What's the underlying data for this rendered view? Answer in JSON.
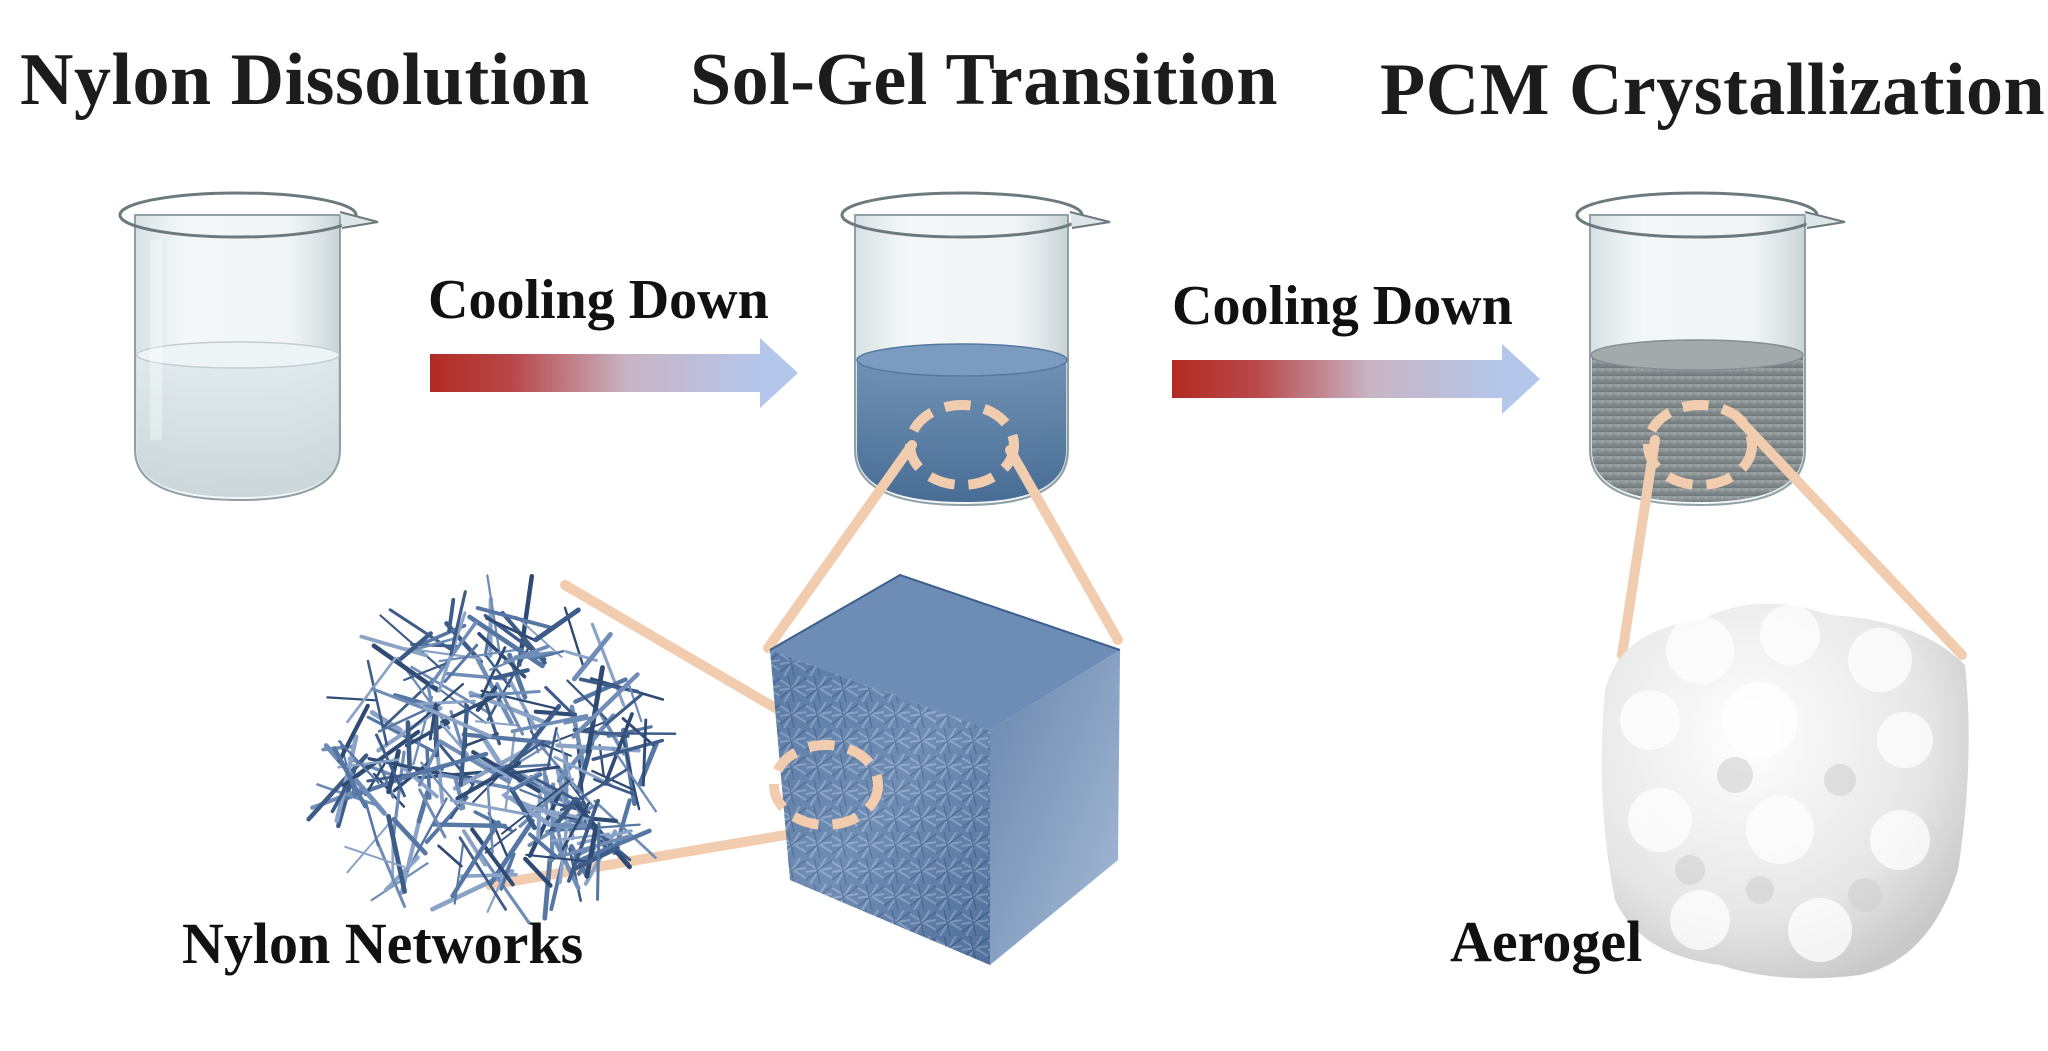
{
  "titles": {
    "step1": "Nylon Dissolution",
    "step2": "Sol-Gel Transition",
    "step3": "PCM Crystallization"
  },
  "arrows": {
    "first": "Cooling Down",
    "second": "Cooling Down"
  },
  "captions": {
    "networks": "Nylon Networks",
    "aerogel": "Aerogel"
  },
  "colors": {
    "arrow_start": "#b22a22",
    "arrow_end": "#b4c6ea",
    "connector": "#f2ccae",
    "clear_liquid": "#d7e4e6",
    "gel_liquid": "#5b7fa6",
    "pcm_solid": "#8c9496",
    "nylon_fiber": "#4e6a96",
    "aerogel_white": "#eeeeee"
  }
}
